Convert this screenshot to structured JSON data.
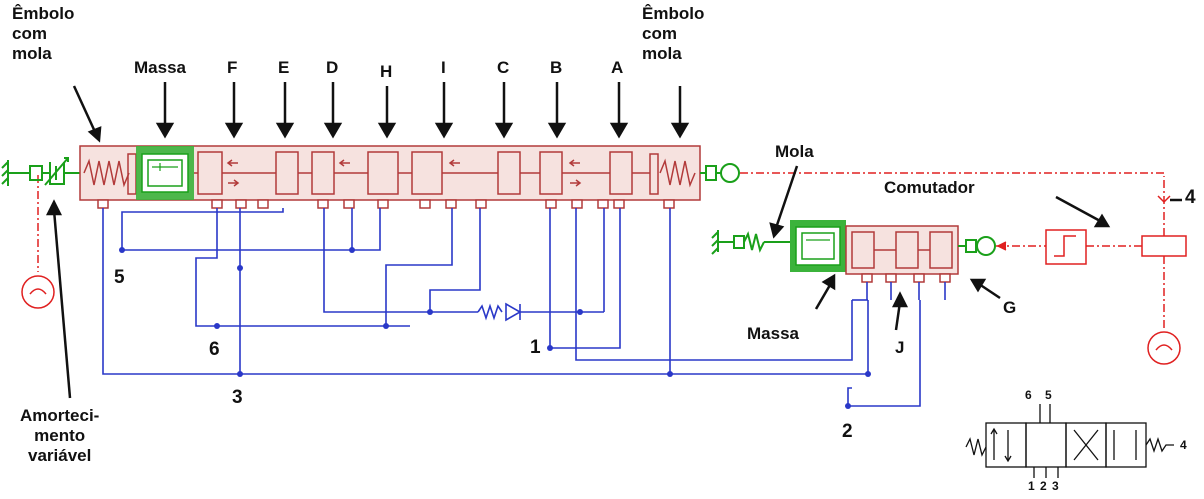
{
  "labels": {
    "embolo_left": [
      "Êmbolo",
      "com",
      "mola"
    ],
    "embolo_right": [
      "Êmbolo",
      "com",
      "mola"
    ],
    "massa_top": "Massa",
    "ports": [
      "F",
      "E",
      "D",
      "H",
      "I",
      "C",
      "B",
      "A"
    ],
    "mola": "Mola",
    "comutador": "Comutador",
    "massa_right": "Massa",
    "g": "G",
    "j": "J",
    "amortecimento": [
      "Amorteci-",
      "mento",
      "variável"
    ],
    "line_numbers": [
      "5",
      "6",
      "3",
      "1",
      "2",
      "4"
    ]
  },
  "symbol": {
    "top_ports": [
      "6",
      "5"
    ],
    "bottom_ports": [
      "1",
      "2",
      "3"
    ],
    "side_port": "4"
  },
  "colors": {
    "valve_body": "#b23a3a",
    "hydraulic_lines": "#2a38c8",
    "signal_lines": "#e02020",
    "mechanical": "#1aa01a"
  }
}
